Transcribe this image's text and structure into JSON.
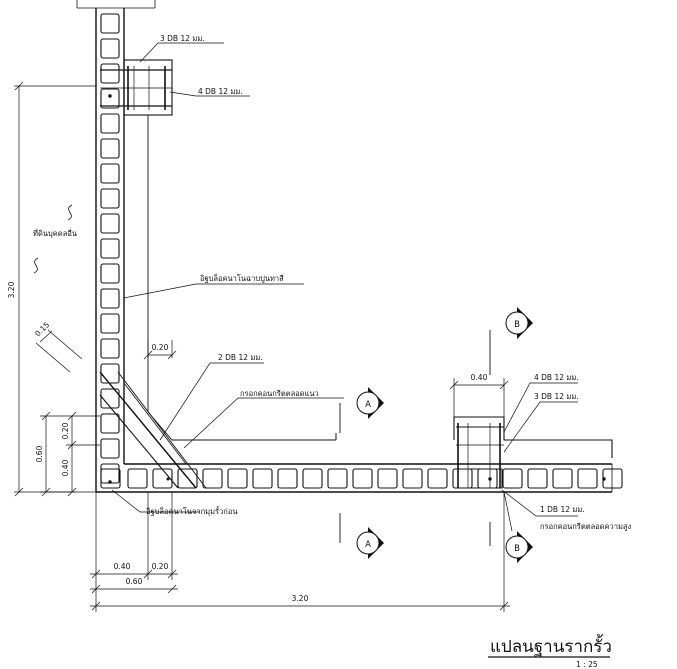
{
  "labels": {
    "rebar_top_1": "3 DB 12 มม.",
    "rebar_top_2": "4 DB 12 มม.",
    "neighbor_land": "ที่ดินบุคคลอื่น",
    "plaster_note": "อิฐบล็อคนาโนฉาบปูนทาสี",
    "rebar_mid": "2 DB 12 มม.",
    "lintel_note": "กรอกคอนกรีตตลอดแนว",
    "rebar_right_1": "4 DB 12 มม.",
    "rebar_right_2": "3 DB 12 มม.",
    "rebar_bottom": "1 DB 12 มม.",
    "corner_note": "อิฐบล็อคนาโนจากมุมรั้วก่อน",
    "column_note": "กรอกคอนกรีตตลอดความสูง"
  },
  "dimensions": {
    "left_total": "3.20",
    "diag_width": "0.15",
    "left_20": "0.20",
    "left_60": "0.60",
    "left_40": "0.40",
    "wall_gap": "0.20",
    "col_width": "0.40",
    "bottom_40": "0.40",
    "bottom_20": "0.20",
    "bottom_60": "0.60",
    "bottom_total": "3.20"
  },
  "section_markers": {
    "a": "A",
    "b": "B"
  },
  "title": {
    "main": "แปลนฐานรากรั้ว",
    "scale": "1 : 25"
  }
}
